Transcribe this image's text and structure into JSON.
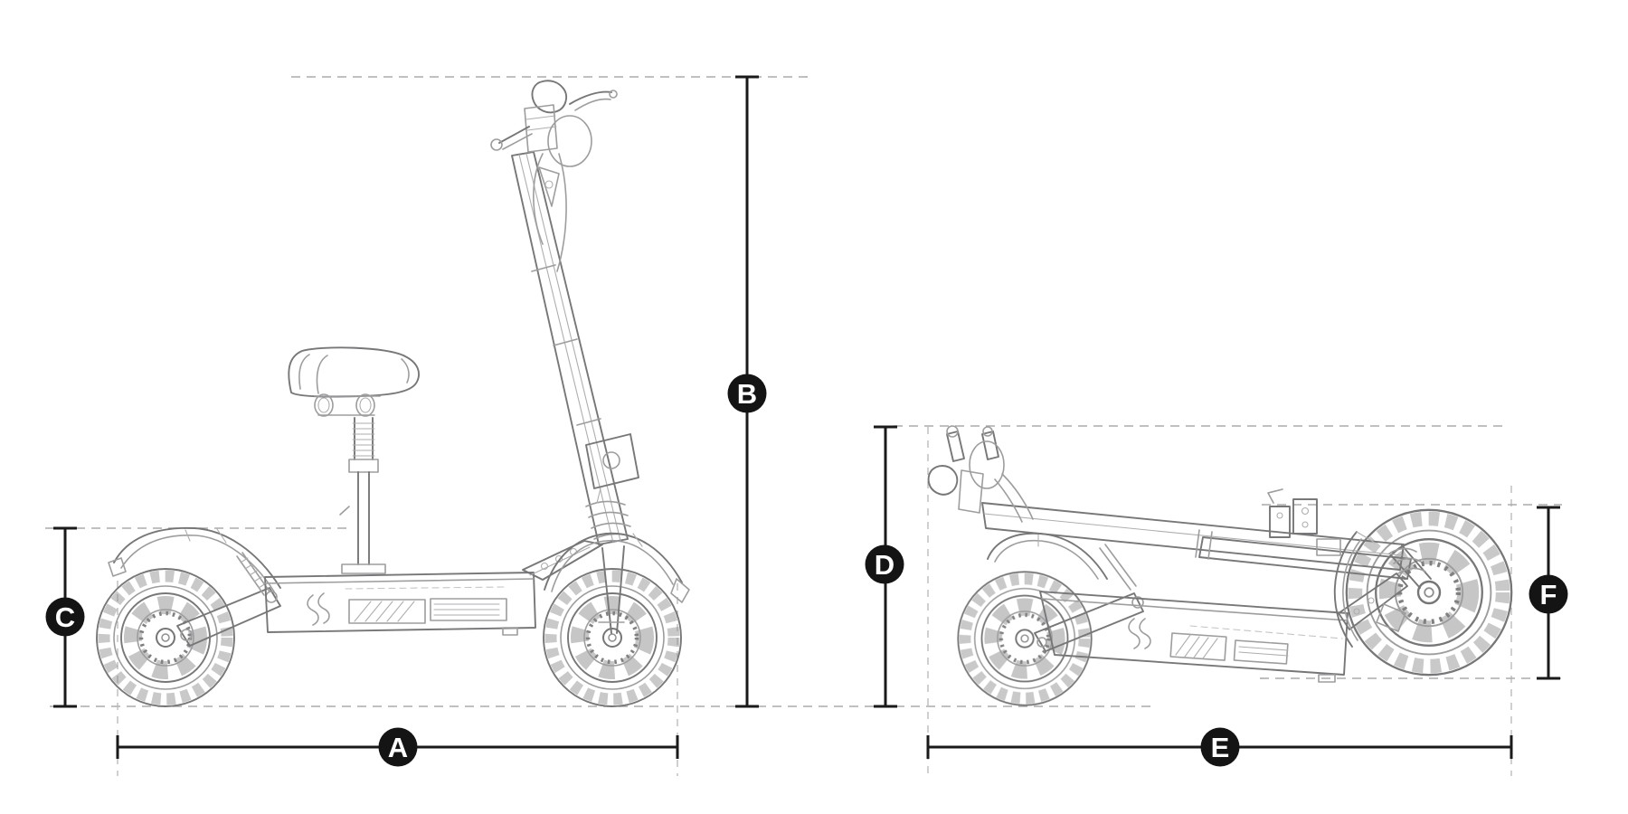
{
  "dimensions": {
    "a": {
      "label": "A"
    },
    "b": {
      "label": "B"
    },
    "c": {
      "label": "C"
    },
    "d": {
      "label": "D"
    },
    "e": {
      "label": "E"
    },
    "f": {
      "label": "F"
    }
  },
  "colors": {
    "background": "#ffffff",
    "dimension_line": "#1a1a1a",
    "label_circle": "#141414",
    "label_text": "#ffffff",
    "guide_line": "#ababab",
    "sketch_light": "#98989a",
    "sketch_dark": "#707072"
  }
}
